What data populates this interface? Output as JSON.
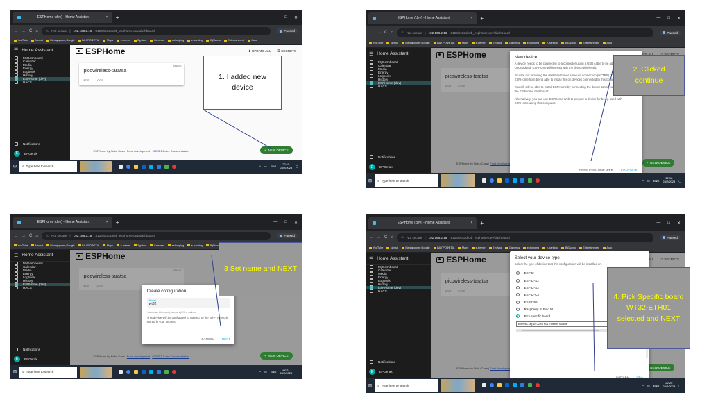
{
  "browser": {
    "tab_title": "ESPHome (dev) - Home Assistant",
    "tab_close": "×",
    "new_tab": "+",
    "window_controls": [
      "—",
      "□",
      "✕"
    ],
    "nav": [
      "←",
      "→",
      "C",
      "⌂"
    ],
    "not_secure": "Not secure",
    "url_host": "192.168.2.16",
    "url_path": ":8123/5c53de3b_esphome-dev/dashboard",
    "paused_label": "Paused",
    "bookmarks": [
      "YouTube",
      "Νεwsit",
      "Μετάφρραση Google",
      "ΒΑ.ΓΡΟΦΕΤΙΑ",
      "Maps",
      "e-hemer",
      "Σχολικα",
      "Cameras",
      "eshopping",
      "e-banking",
      "Βιβλιοσο",
      "Entertainment",
      "Auto"
    ]
  },
  "sidebar": {
    "title": "Home Assistant",
    "items": [
      {
        "label": "MyDashboard",
        "icon": "dashboard-icon"
      },
      {
        "label": "Calendar",
        "icon": "calendar-icon"
      },
      {
        "label": "Media",
        "icon": "media-icon"
      },
      {
        "label": "Energy",
        "icon": "energy-icon"
      },
      {
        "label": "Logbook",
        "icon": "logbook-icon"
      },
      {
        "label": "History",
        "icon": "history-icon"
      },
      {
        "label": "ESPHome (dev)",
        "icon": "esphome-icon"
      },
      {
        "label": "HACS",
        "icon": "hacs-icon"
      }
    ],
    "notifications": "Notifications",
    "user_name": "EPGerak",
    "user_initial": "E"
  },
  "esphome": {
    "brand": "ESPHome",
    "update_all": "UPDATE ALL",
    "secrets": "SECRETS",
    "device_name": "picowireless-taratsa",
    "online": "ONLINE",
    "edit": "EDIT",
    "logs": "LOGS",
    "new_device": "NEW DEVICE",
    "footer_prefix": "ESPHome by Nabu Casa |",
    "footer_fund": "Fund development",
    "footer_sep": "|",
    "footer_version": "v2023.1.0-dev Documentation"
  },
  "taskbar": {
    "search_placeholder": "Type here to search",
    "lang": "ENG",
    "times": [
      "22:15",
      "22:18",
      "22:21",
      "22:25"
    ],
    "date": "28/2/2023"
  },
  "dialog_new_device": {
    "title": "New device",
    "paragraphs": [
      "A device needs to be connected to a computer using a USB cable to be added to ESPHome. Once added, ESPHome will interact with the device wirelessly.",
      "You are not browsing the dashboard over a secure connection (HTTPS). This prevents ESPHome from being able to install this on devices connected to this computer.",
      "You will still be able to install ESPHome by connecting the device to the computer that runs the ESPHome dashboard.",
      "Alternatively, you can use ESPHome Web to prepare a device for being used with ESPHome using this computer."
    ],
    "open_web": "OPEN ESPHOME WEB",
    "continue": "CONTINUE"
  },
  "dialog_create_config": {
    "title": "Create configuration",
    "name_label": "Name*",
    "name_value": "wt32",
    "hint": "Lowercase letters (a-z), numbers (0-9) or dashes",
    "text": "This device will be configured to connect to the Wi-Fi network stored in your secrets.",
    "cancel": "CANCEL",
    "next": "NEXT"
  },
  "dialog_device_type": {
    "title": "Select your device type",
    "text": "Select the type of device that this configuration will be installed on.",
    "options": [
      "ESP32",
      "ESP32-S2",
      "ESP32-S3",
      "ESP32-C3",
      "ESP8266",
      "Raspberry Pi Pico W",
      "Pick specific board"
    ],
    "selected_index": 6,
    "board_value": "Wireless-Tag WT32-ETH01 Ethernet Module",
    "cancel": "CANCEL",
    "next": "NEXT"
  },
  "annotations": {
    "step1": "1. I added new device",
    "step2": "2. Clicked continue",
    "step3": "3 Set name and NEXT",
    "step4": "4. Pick Specific board WT32-ETH01 selected and NEXT"
  },
  "colors": {
    "accent": "#03a9f4",
    "fab_green": "#2e7d32",
    "sidebar_active": "#2d4e50",
    "annotation_text_yellow": "#ffff00"
  }
}
